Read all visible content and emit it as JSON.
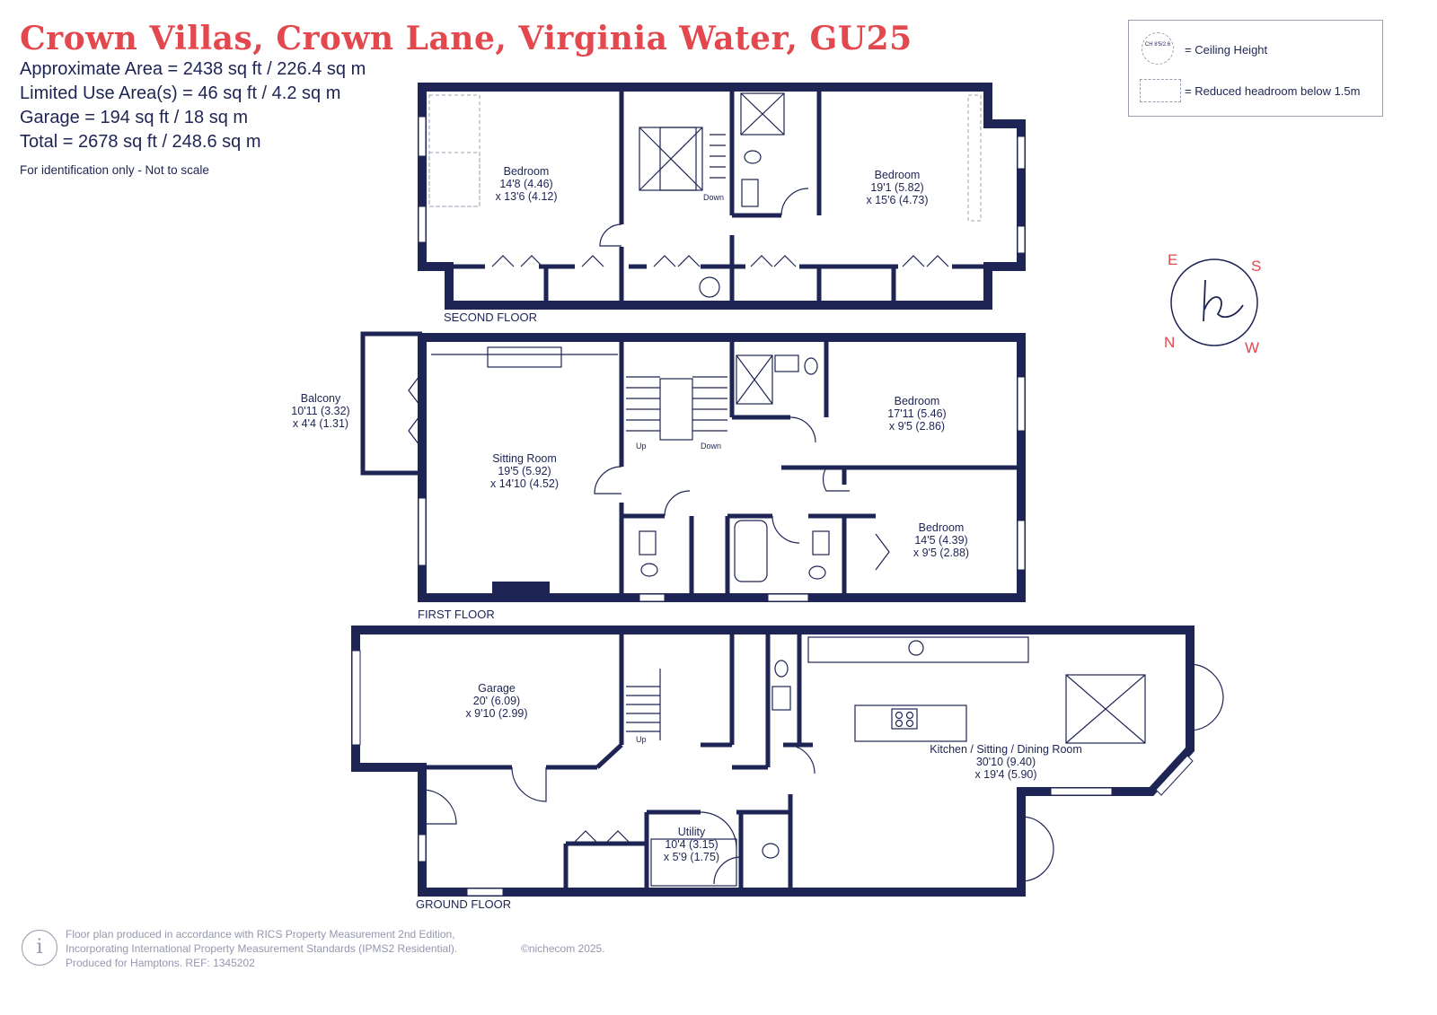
{
  "title": "Crown Villas, Crown Lane, Virginia Water, GU25",
  "areas": [
    "Approximate Area = 2438 sq ft / 226.4 sq m",
    "Limited Use Area(s) = 46 sq ft / 4.2 sq m",
    "Garage = 194 sq ft / 18 sq m",
    "Total = 2678 sq ft / 248.6 sq m"
  ],
  "note": "For identification only - Not to scale",
  "legend": {
    "ceiling_symbol": "CH 8'5/2.6",
    "ceiling_label": "= Ceiling Height",
    "headroom_label": "= Reduced headroom below 1.5m"
  },
  "compass": {
    "e": "E",
    "s": "S",
    "n": "N",
    "w": "W",
    "logo": "h",
    "color": "#e2484e"
  },
  "colors": {
    "wall": "#1e2453",
    "title": "#e2484e",
    "footer": "#9497ad"
  },
  "floors": {
    "second": {
      "label": "SECOND FLOOR",
      "bedroom1": {
        "name": "Bedroom",
        "dim1": "14'8 (4.46)",
        "dim2": "x 13'6 (4.12)"
      },
      "bedroom2": {
        "name": "Bedroom",
        "dim1": "19'1 (5.82)",
        "dim2": "x 15'6 (4.73)"
      },
      "stairs": "Down"
    },
    "first": {
      "label": "FIRST FLOOR",
      "balcony": {
        "name": "Balcony",
        "dim1": "10'11 (3.32)",
        "dim2": "x 4'4 (1.31)"
      },
      "sitting": {
        "name": "Sitting Room",
        "dim1": "19'5 (5.92)",
        "dim2": "x 14'10 (4.52)"
      },
      "bedroom1": {
        "name": "Bedroom",
        "dim1": "17'11 (5.46)",
        "dim2": "x 9'5 (2.86)"
      },
      "bedroom2": {
        "name": "Bedroom",
        "dim1": "14'5 (4.39)",
        "dim2": "x 9'5 (2.88)"
      },
      "up": "Up",
      "down": "Down"
    },
    "ground": {
      "label": "GROUND FLOOR",
      "garage": {
        "name": "Garage",
        "dim1": "20' (6.09)",
        "dim2": "x 9'10 (2.99)"
      },
      "kitchen": {
        "name": "Kitchen / Sitting / Dining Room",
        "dim1": "30'10 (9.40)",
        "dim2": "x 19'4 (5.90)"
      },
      "utility": {
        "name": "Utility",
        "dim1": "10'4 (3.15)",
        "dim2": "x 5'9 (1.75)"
      },
      "up": "Up"
    }
  },
  "footer": {
    "line1": "Floor plan produced in accordance with RICS Property Measurement 2nd Edition,",
    "line2": "Incorporating International Property Measurement Standards (IPMS2 Residential).",
    "copyright": "©nichecom 2025.",
    "line3": "Produced for Hamptons.   REF:   1345202"
  }
}
